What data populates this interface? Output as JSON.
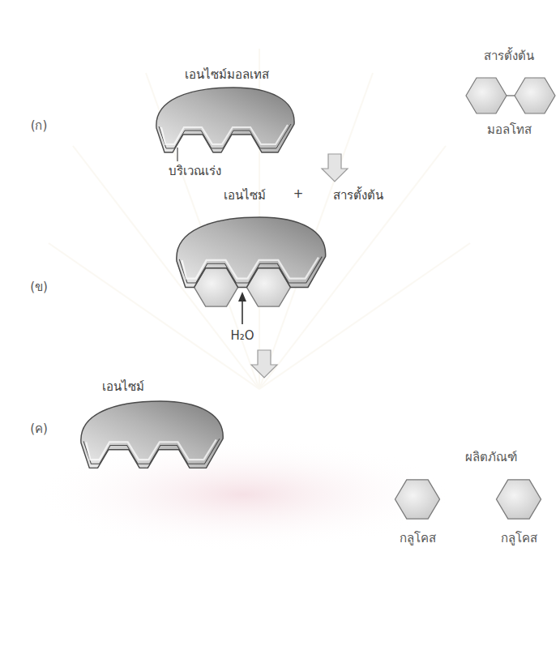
{
  "diagram": {
    "labels": [
      "เอนไซม์มอลเทส",
      "(ก)",
      "สารตั้งต้น",
      "บริเวณเร่ง",
      "มอลโทส",
      "เอนไซม์",
      "+",
      "สารตั้งต้น",
      "(ข)",
      "H₂O",
      "เอนไซม์",
      "(ค)",
      "ผลิตภัณฑ์",
      "กลูโคส",
      "กลูโคส"
    ]
  }
}
